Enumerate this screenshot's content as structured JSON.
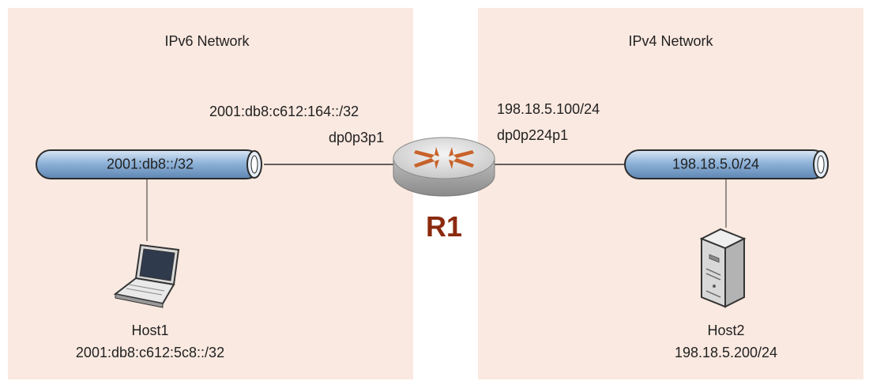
{
  "zones": {
    "left_title": "IPv6 Network",
    "right_title": "IPv4 Network"
  },
  "router": {
    "name": "R1",
    "left_address": "2001:db8:c612:164::/32",
    "left_interface": "dp0p3p1",
    "right_address": "198.18.5.100/24",
    "right_interface": "dp0p224p1"
  },
  "segments": {
    "left": "2001:db8::/32",
    "right": "198.18.5.0/24"
  },
  "hosts": {
    "host1_name": "Host1",
    "host1_address": "2001:db8:c612:5c8::/32",
    "host2_name": "Host2",
    "host2_address": "198.18.5.200/24"
  },
  "colors": {
    "zone_fill": "#fae9e0",
    "segment_fill": "#8fb3d9",
    "router_arrows": "#c8622a",
    "router_label": "#8b2a0f"
  },
  "icons": [
    "laptop-icon",
    "server-icon",
    "router-icon"
  ]
}
